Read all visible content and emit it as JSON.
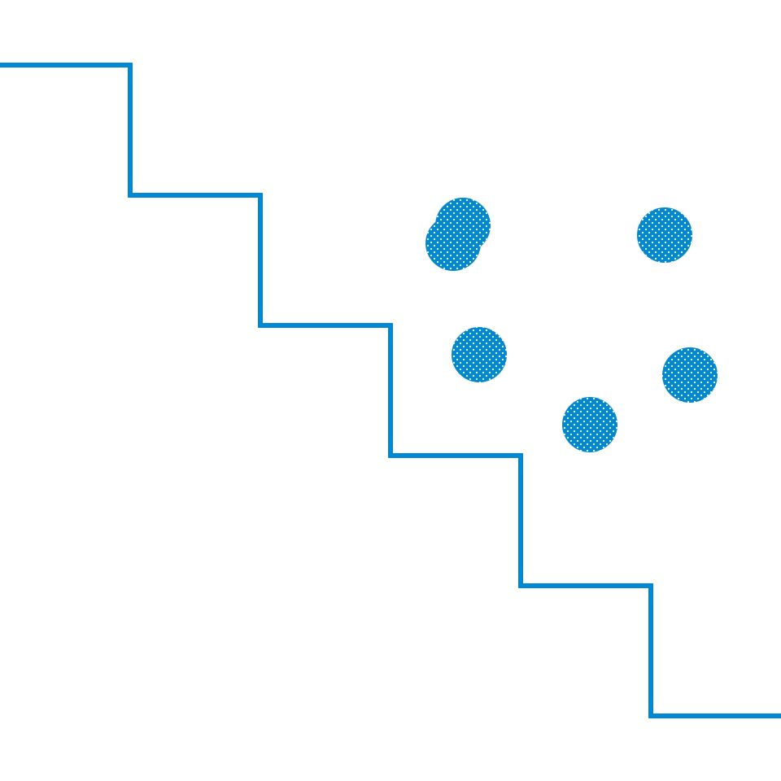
{
  "scene": {
    "background_color": "#ffffff",
    "accent_color": "#0288d1",
    "step_line": {
      "name": "staircase-line",
      "step_count": 6,
      "stroke_color": "#0288d1"
    },
    "dots": {
      "count": 6,
      "fill_color": "#0288d1",
      "texture": "dotted-halftone",
      "pattern_dot_color": "#ffffff"
    }
  }
}
